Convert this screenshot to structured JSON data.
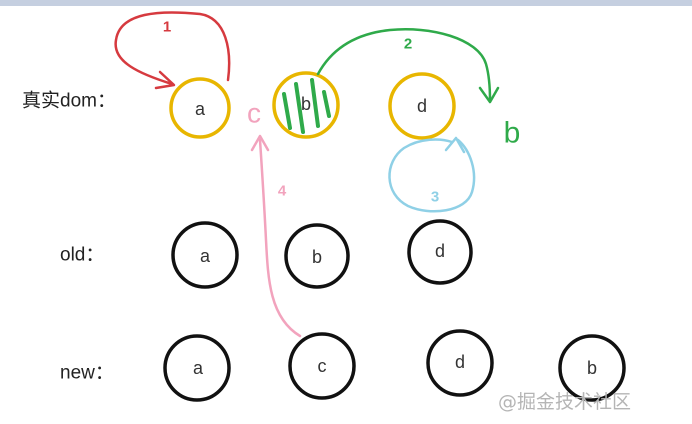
{
  "rows": {
    "real_dom": "真实dom：",
    "old": "old：",
    "new": "new："
  },
  "real_dom_nodes": [
    "a",
    "b",
    "d"
  ],
  "old_nodes": [
    "a",
    "b",
    "d"
  ],
  "new_nodes": [
    "a",
    "c",
    "d",
    "b"
  ],
  "moved_letters": {
    "c": "c",
    "b": "b"
  },
  "steps": {
    "s1": "1",
    "s2": "2",
    "s3": "3",
    "s4": "4"
  },
  "colors": {
    "real_dom_node_stroke": "#e8b600",
    "vnode_stroke": "#111111",
    "step1": "#d63a3f",
    "step2": "#2faa4a",
    "step3": "#8fd0e6",
    "step4": "#f2a3bd",
    "watermark": "#b5b5b5"
  },
  "watermark": "@掘金技术社区"
}
